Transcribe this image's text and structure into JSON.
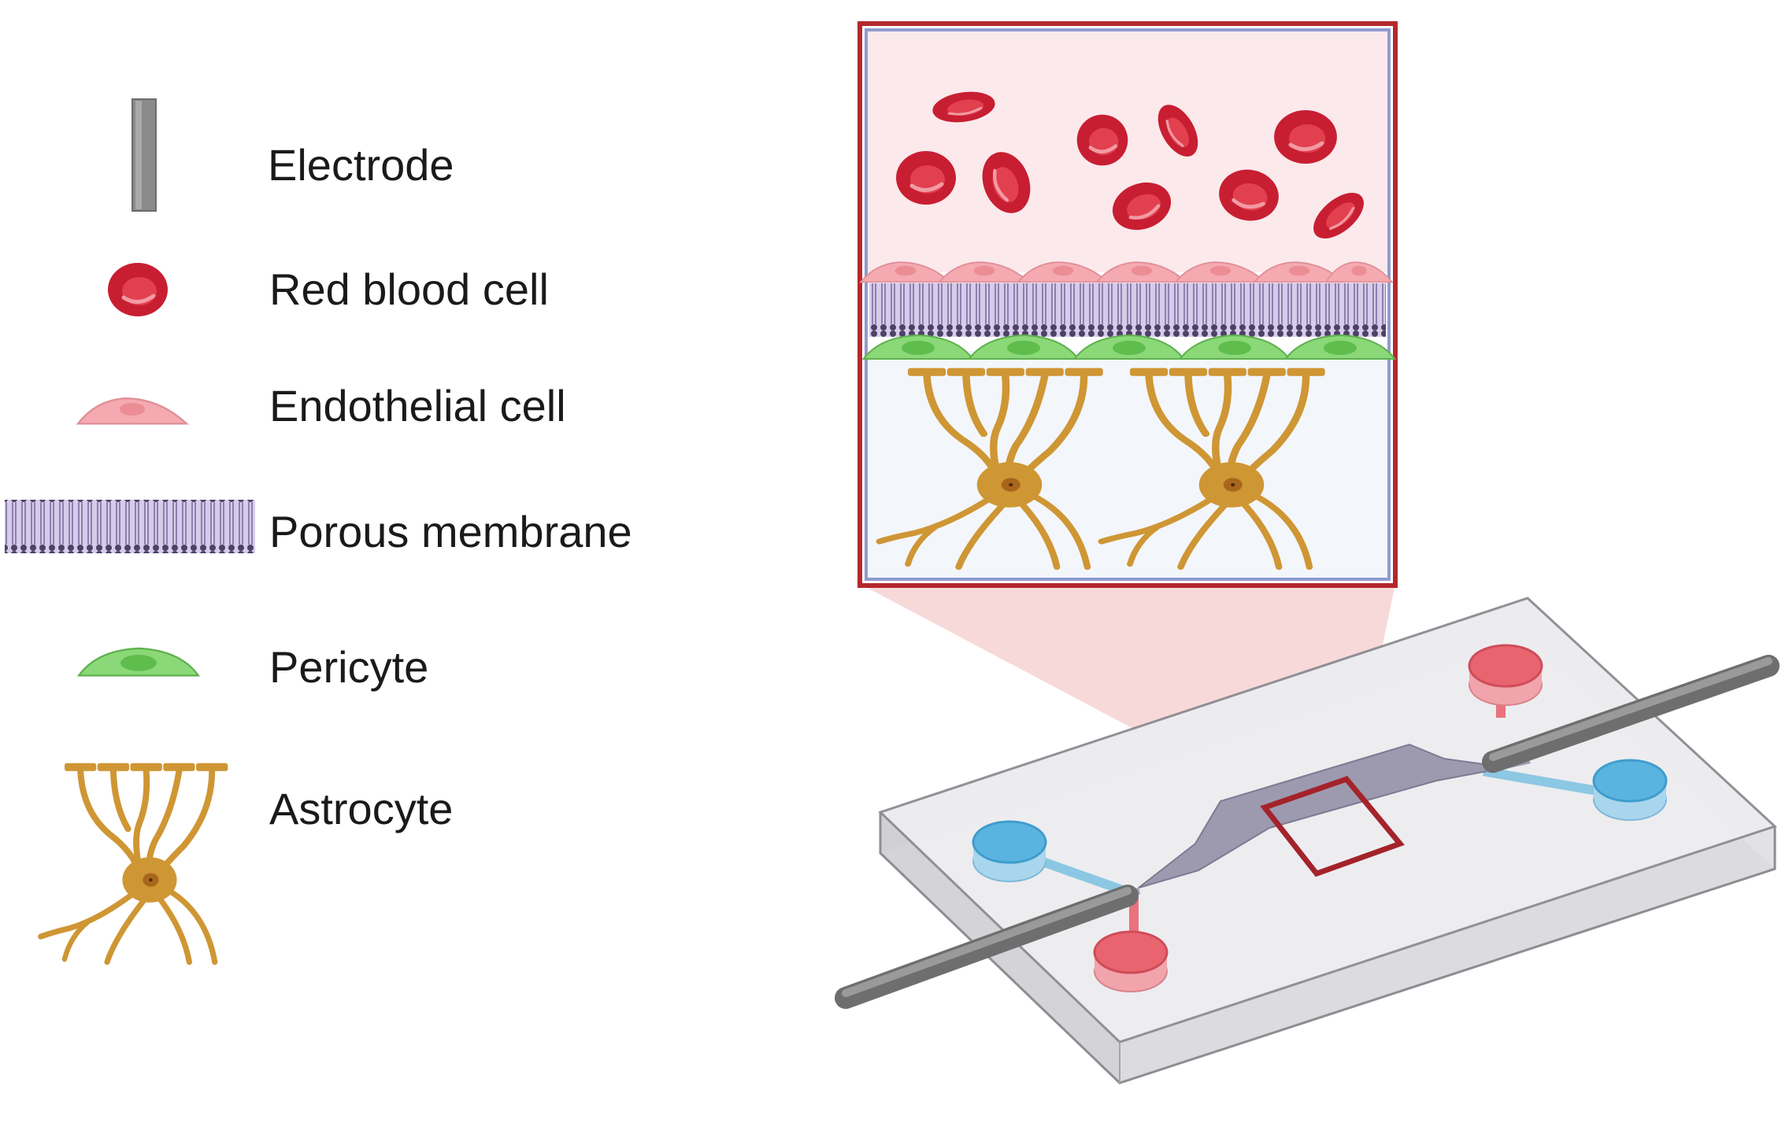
{
  "legend": {
    "items": [
      {
        "key": "electrode",
        "label": "Electrode",
        "icon": "electrode-icon",
        "color": "#8c8c8c"
      },
      {
        "key": "red_blood_cell",
        "label": "Red blood cell",
        "icon": "red-blood-cell-icon",
        "color": "#d8283a"
      },
      {
        "key": "endothelial_cell",
        "label": "Endothelial cell",
        "icon": "endothelial-cell-icon",
        "color": "#f4aab0"
      },
      {
        "key": "porous_membrane",
        "label": "Porous membrane",
        "icon": "porous-membrane-icon",
        "color": "#b9a6d6"
      },
      {
        "key": "pericyte",
        "label": "Pericyte",
        "icon": "pericyte-icon",
        "color": "#7fd16a"
      },
      {
        "key": "astrocyte",
        "label": "Astrocyte",
        "icon": "astrocyte-icon",
        "color": "#d09a3a"
      }
    ]
  },
  "colors": {
    "inset_border": "#b3282d",
    "inset_inner_border": "#8f9bcf",
    "blood_region": "#fbe9ec",
    "brain_region": "#f3f6fb",
    "chip_glass": "#ededf0",
    "channel": "#9d9aaf",
    "inlet_blue": "#5bb4e0",
    "inlet_red": "#e8646f",
    "zoom_cone": "#f3b9b9"
  }
}
